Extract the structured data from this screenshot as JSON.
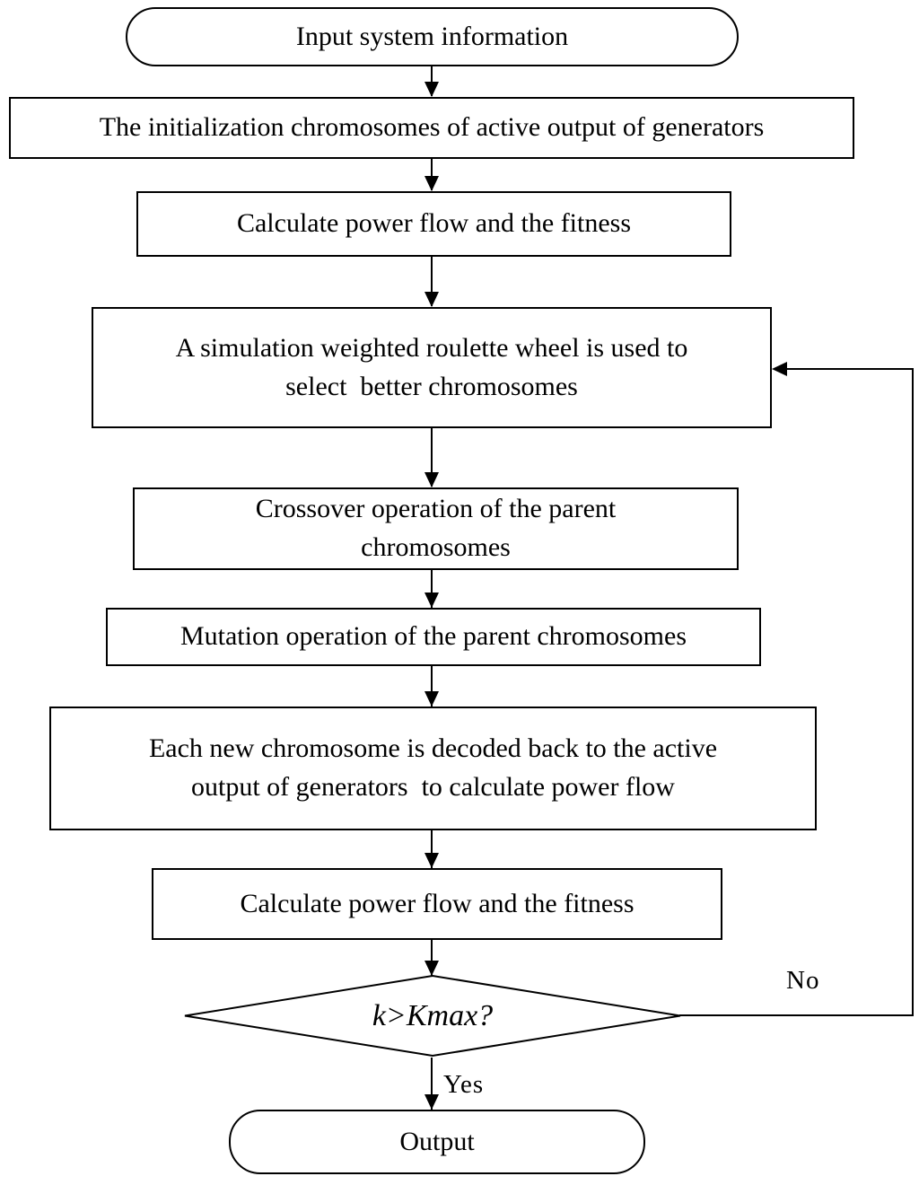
{
  "diagram": {
    "type": "flowchart",
    "colors": {
      "stroke": "#000000",
      "fill": "#ffffff",
      "text": "#000000",
      "background": "#ffffff"
    },
    "nodes": [
      {
        "id": "start",
        "shape": "terminator",
        "label": "Input system information"
      },
      {
        "id": "init-chromosomes",
        "shape": "process",
        "label": "The initialization chromosomes of active output of generators"
      },
      {
        "id": "calc-fitness-1",
        "shape": "process",
        "label": "Calculate power flow and the fitness"
      },
      {
        "id": "roulette-select",
        "shape": "process",
        "label": "A simulation weighted roulette wheel is used to\nselect  better chromosomes"
      },
      {
        "id": "crossover",
        "shape": "process",
        "label": "Crossover operation of the parent\nchromosomes"
      },
      {
        "id": "mutation",
        "shape": "process",
        "label": "Mutation operation of the parent chromosomes"
      },
      {
        "id": "decode",
        "shape": "process",
        "label": "Each new chromosome is decoded back to the active\noutput of generators  to calculate power flow"
      },
      {
        "id": "calc-fitness-2",
        "shape": "process",
        "label": "Calculate power flow and the fitness"
      },
      {
        "id": "decision",
        "shape": "decision",
        "label": "k>Kmax?"
      },
      {
        "id": "output",
        "shape": "terminator",
        "label": "Output"
      }
    ],
    "edges": {
      "yes_label": "Yes",
      "no_label": "No"
    }
  }
}
